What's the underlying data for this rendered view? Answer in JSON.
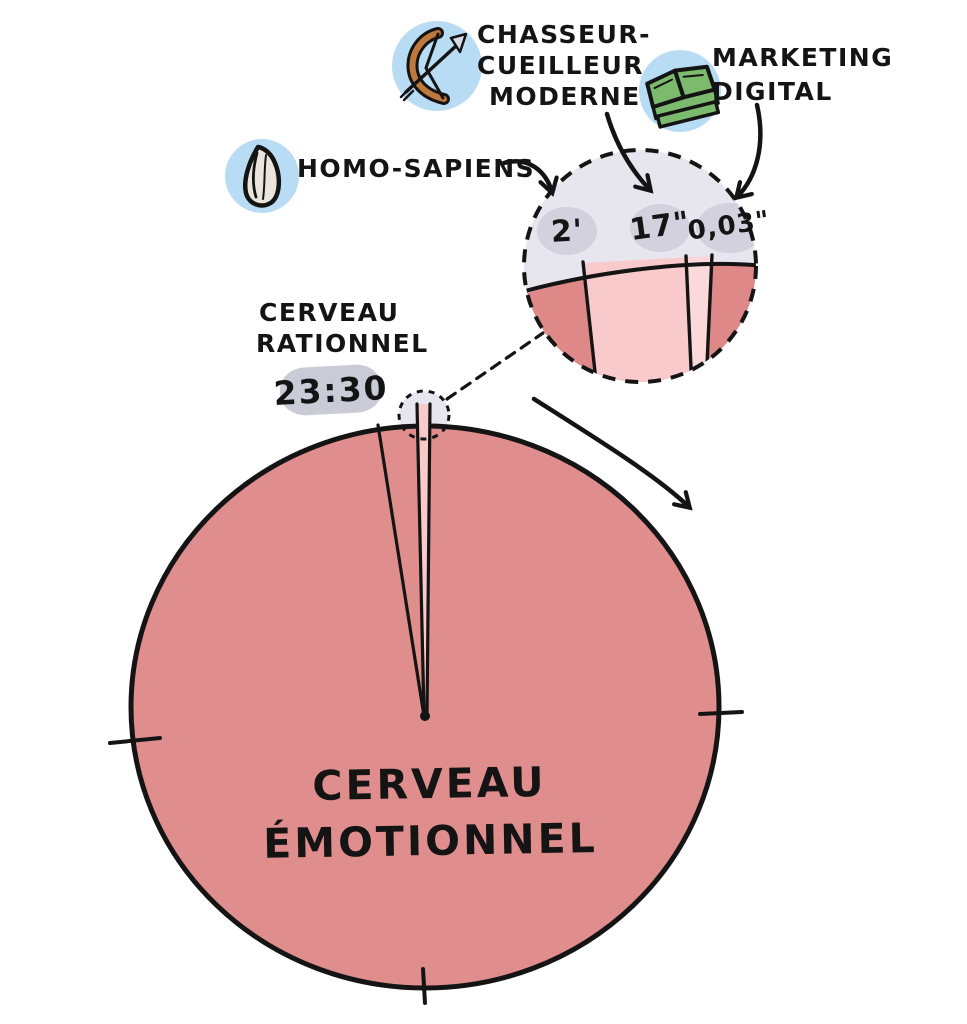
{
  "figure": {
    "labels": {
      "hunter_gatherer": [
        "CHASSEUR-",
        "CUEILLEUR",
        "MODERNE"
      ],
      "digital_marketing": [
        "MARKETING",
        "DIGITAL"
      ],
      "homo_sapiens": "HOMO-SAPIENS",
      "rational_brain": [
        "CERVEAU",
        "RATIONNEL"
      ],
      "rational_time": "23:30",
      "emotional_brain": [
        "CERVEAU",
        "ÉMOTIONNEL"
      ]
    },
    "zoom_values": {
      "homo_sapiens": "2'",
      "hunter_gatherer": "17\"",
      "digital_marketing": "0,03\""
    },
    "icons": {
      "homo_sapiens": "flint-stone-icon",
      "hunter_gatherer": "bow-arrow-icon",
      "digital_marketing": "money-bills-icon"
    },
    "colors": {
      "emotional_pink": "#DF8D8D",
      "sliver_light_pink": "#F8CACA",
      "zoom_top_gray": "#E7E6EE",
      "zoom_dark_pink": "#DE8888",
      "zoom_mid_pink": "#F9CACB",
      "value_oval_gray": "#D2D1DD",
      "time_badge_gray": "#CBCBD8",
      "icon_circle_blue": "#B8DCF3",
      "money_green": "#7CBA6E",
      "bow_orange": "#C0793C",
      "ink": "#141414"
    }
  }
}
